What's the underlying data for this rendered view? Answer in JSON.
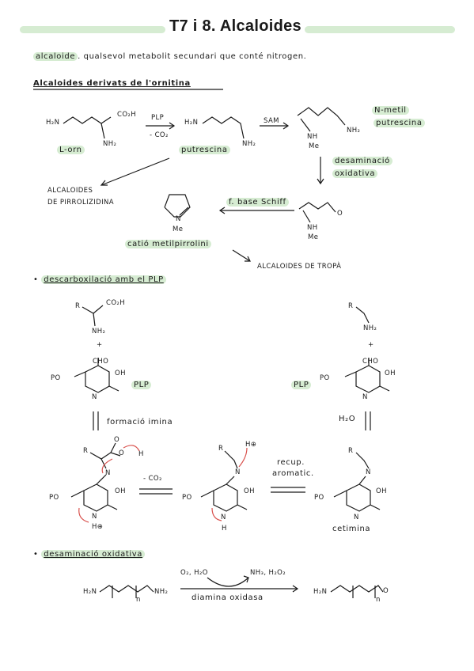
{
  "title": "T7 i 8. Alcaloides",
  "definition": {
    "term": "alcaloide",
    "text": ". qualsevol metabolit secundari que conté nitrogen."
  },
  "section_ornitina": {
    "heading": "Alcaloides derivats de l'ornitina",
    "l_orn": "L-orn",
    "h2n": "H₂N",
    "co2h": "CO₂H",
    "nh2": "NH₂",
    "plp": "PLP",
    "minus_co2": "- CO₂",
    "putrescina": "putrescina",
    "san": "SAM",
    "n_metil": "N-metil",
    "putrescina2": "putrescina",
    "nh": "NH",
    "me": "Me",
    "desaminacio": "desaminació",
    "oxidativa": "oxidativa",
    "alcaloides_pirrolizidina_1": "ALCALOIDES",
    "alcaloides_pirrolizidina_2": "DE PIRROLIZIDINA",
    "f_base_schiff": "f. base Schiff",
    "n_plus": "N",
    "o": "O",
    "cation": "catió metilpirrolini",
    "tropa": "ALCALOIDES DE TROPÀ"
  },
  "section_descarb": {
    "heading": "descarboxilació amb el PLP",
    "r": "R",
    "co2h": "CO₂H",
    "nh2": "NH₂",
    "plus": "+",
    "cho": "CHO",
    "oh": "OH",
    "po": "PO",
    "n": "N",
    "plp": "PLP",
    "formacio_imina": "formació imina",
    "h2o": "H₂O",
    "minus_co2": "- CO₂",
    "h_plus": "H⊕",
    "recup_1": "recup.",
    "recup_2": "aromatic.",
    "h": "H",
    "o": "O",
    "cerimina": "cetimina"
  },
  "section_desam": {
    "heading": "desaminació oxidativa",
    "h2n": "H₂N",
    "nh2": "NH₂",
    "n_sub": "n",
    "reagents_top_left": "O₂, H₂O",
    "reagents_top_right": "NH₃, H₂O₂",
    "enzyme": "diamina oxidasa",
    "o": "O"
  }
}
